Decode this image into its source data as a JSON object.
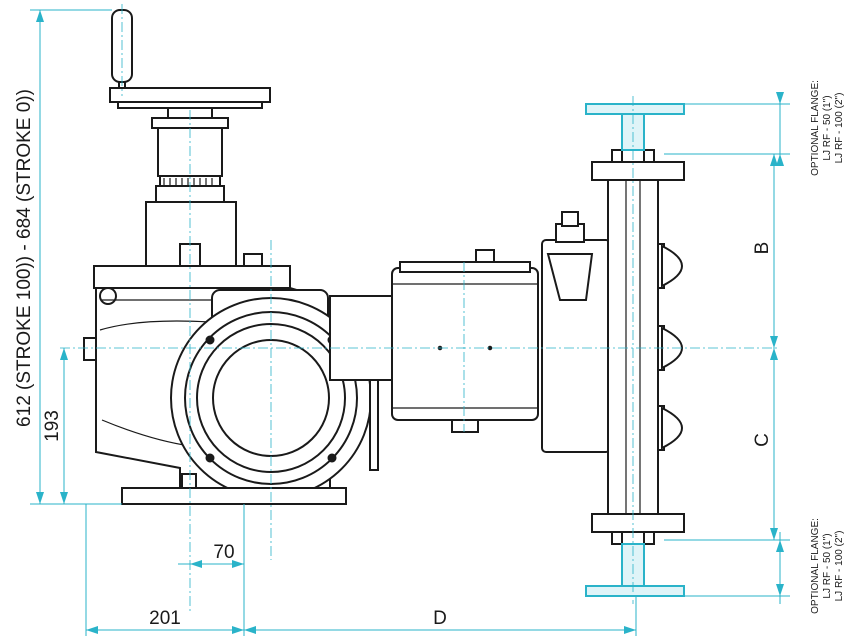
{
  "dimensions": {
    "total_height": "612 (STROKE 100)) - 684 (STROKE 0))",
    "axis_height": "193",
    "foot_offset": "70",
    "base_to_axis": "201",
    "D": "D",
    "B": "B",
    "C": "C"
  },
  "flange_note_top": {
    "line1": "OPTIONAL FLANGE:",
    "line2": "LJ RF - 50 (1\")",
    "line3": "LJ RF - 100 (2\")"
  },
  "flange_note_bottom": {
    "line1": "OPTIONAL FLANGE:",
    "line2": "LJ RF - 50 (1\")",
    "line3": "LJ RF - 100 (2\")"
  },
  "colors": {
    "dimension": "#2ab3c9",
    "outline": "#1a1a1a",
    "optional_flange_fill": "#dff4f8"
  }
}
